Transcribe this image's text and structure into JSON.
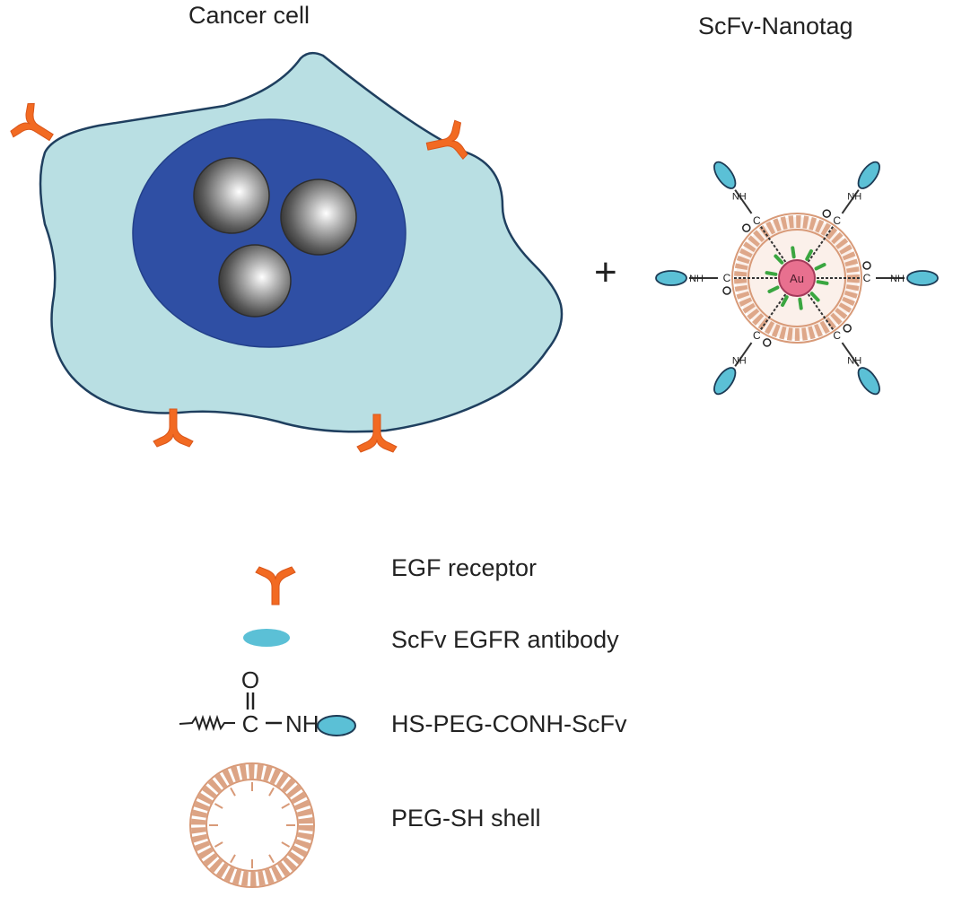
{
  "titles": {
    "cancer_cell": "Cancer cell",
    "nanotag": "ScFv-Nanotag"
  },
  "operator": "+",
  "nanotag": {
    "core_label": "Au",
    "linker_carbon": "C",
    "linker_oxygen": "O",
    "linker_amine": "NH"
  },
  "legend": [
    {
      "icon": "egf-receptor-icon",
      "label": "EGF receptor"
    },
    {
      "icon": "scfv-antibody-icon",
      "label": "ScFv EGFR antibody"
    },
    {
      "icon": "peg-conh-linker-icon",
      "label": "HS-PEG-CONH-ScFv",
      "formula": {
        "oxygen": "O",
        "carbon": "C",
        "amine": "NH"
      }
    },
    {
      "icon": "peg-sh-shell-icon",
      "label": "PEG-SH shell"
    }
  ],
  "colors": {
    "cytoplasm": "#b9dfe3",
    "nucleus": "#2f4fa4",
    "receptor": "#f26a22",
    "antibody": "#5bc0d6",
    "gold_core": "#e8708f",
    "peg_shell": "#e0a27f",
    "green_marks": "#3aa640"
  }
}
